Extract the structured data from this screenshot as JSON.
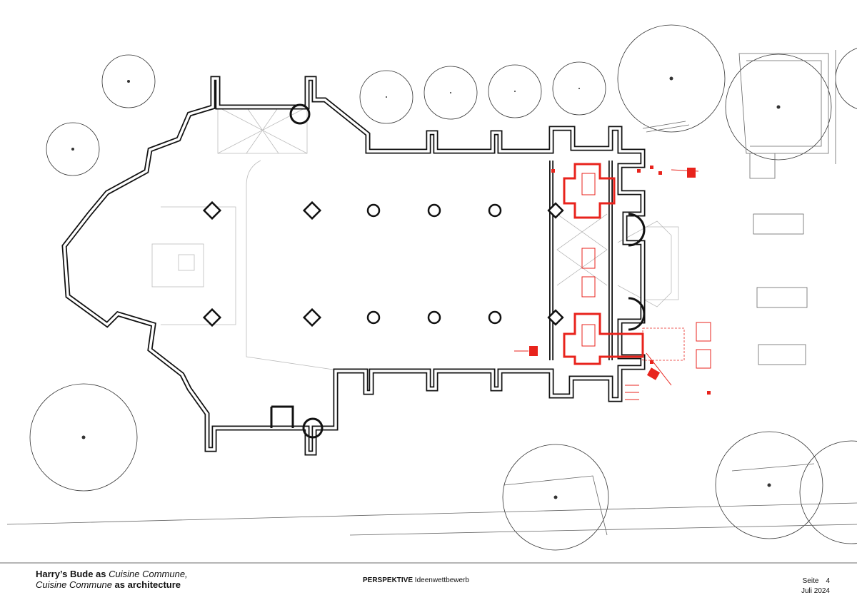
{
  "footer": {
    "title_line1_bold": "Harry’s Bude as ",
    "title_line1_italic": "Cuisine Commune,",
    "title_line2_italic": "Cuisine Commune",
    "title_line2_bold": " as architecture",
    "competition_bold": "PERSPEKTIVE",
    "competition_rest": " Ideenwettbewerb",
    "page_label": "Seite",
    "page_number": "4",
    "date": "Juli 2024"
  },
  "colors": {
    "walls": "#111111",
    "intervention": "#e8231c",
    "context": "#555555",
    "rule": "#b5b5b5"
  }
}
